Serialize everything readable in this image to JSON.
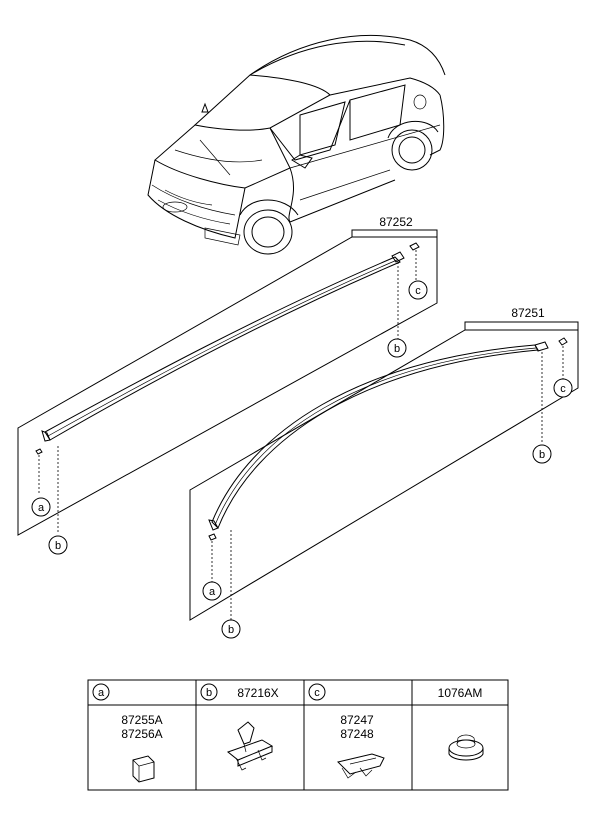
{
  "parts": {
    "upper_rail": "87252",
    "lower_rail": "87251"
  },
  "callouts": {
    "a": "a",
    "b": "b",
    "c": "c"
  },
  "legend": {
    "col_a": {
      "letter": "a",
      "title": "",
      "part_1": "87255A",
      "part_2": "87256A"
    },
    "col_b": {
      "letter": "b",
      "title": "87216X"
    },
    "col_c": {
      "letter": "c",
      "title": "",
      "part_1": "87247",
      "part_2": "87248"
    },
    "col_d": {
      "title": "1076AM"
    }
  }
}
